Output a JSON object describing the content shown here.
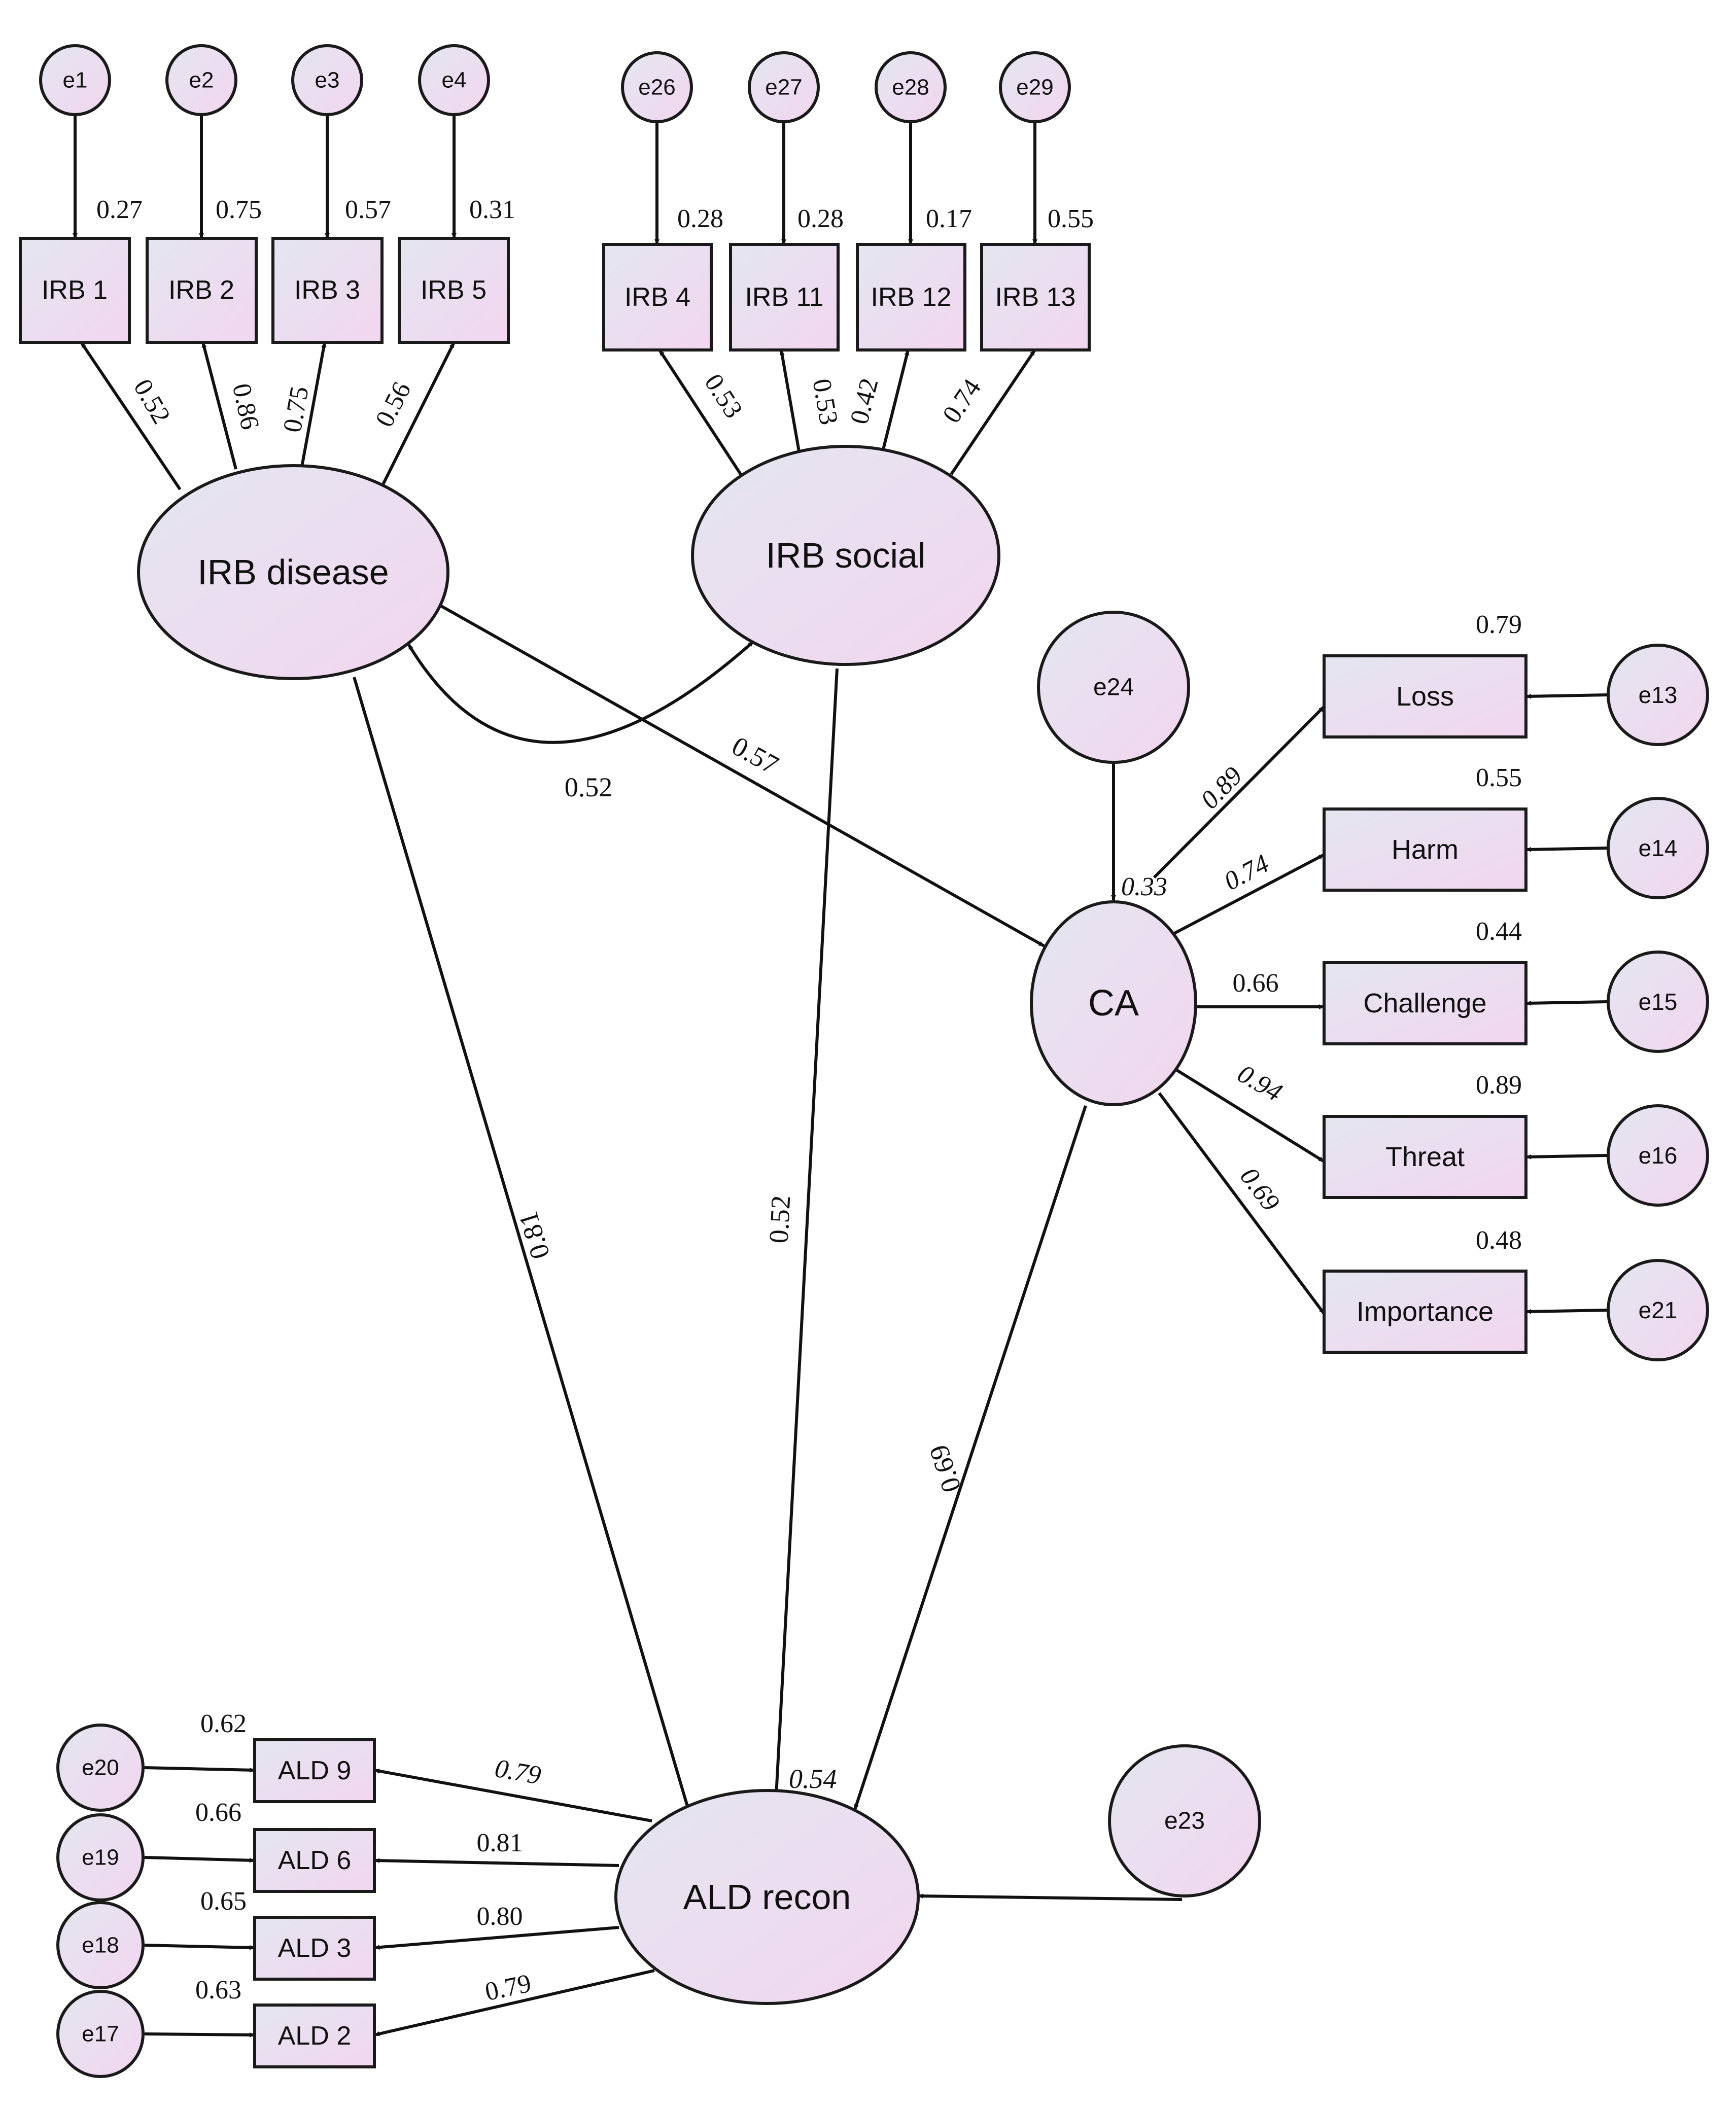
{
  "colors": {
    "node_fill_light": "#e4e6f0",
    "node_fill_pink": "#f2d6ef",
    "stroke": "#1a1a1a"
  },
  "nodes": {
    "e1": "e1",
    "e2": "e2",
    "e3": "e3",
    "e4": "e4",
    "e26": "e26",
    "e27": "e27",
    "e28": "e28",
    "e29": "e29",
    "irb1": "IRB 1",
    "irb2": "IRB 2",
    "irb3": "IRB 3",
    "irb5": "IRB 5",
    "irb4": "IRB 4",
    "irb11": "IRB 11",
    "irb12": "IRB 12",
    "irb13": "IRB 13",
    "irb_disease": "IRB disease",
    "irb_social": "IRB social",
    "e24": "e24",
    "ca": "CA",
    "loss": "Loss",
    "harm": "Harm",
    "challenge": "Challenge",
    "threat": "Threat",
    "importance": "Importance",
    "e13": "e13",
    "e14": "e14",
    "e15": "e15",
    "e16": "e16",
    "e21": "e21",
    "ald_recon": "ALD recon",
    "e23": "e23",
    "ald9": "ALD 9",
    "ald6": "ALD 6",
    "ald3": "ALD 3",
    "ald2": "ALD 2",
    "e20": "e20",
    "e19": "e19",
    "e18": "e18",
    "e17": "e17"
  },
  "coefficients": {
    "r2_irb1": "0.27",
    "r2_irb2": "0.75",
    "r2_irb3": "0.57",
    "r2_irb5": "0.31",
    "r2_irb4": "0.28",
    "r2_irb11": "0.28",
    "r2_irb12": "0.17",
    "r2_irb13": "0.55",
    "load_irb1": "0.52",
    "load_irb2": "0.86",
    "load_irb3": "0.75",
    "load_irb5": "0.56",
    "load_irb4": "0.53",
    "load_irb11": "0.53",
    "load_irb12": "0.42",
    "load_irb13": "0.74",
    "cov_disease_social": "0.52",
    "path_disease_ca": "0.57",
    "path_disease_ald": "0.81",
    "path_social_ald": "0.52",
    "path_ca_ald": "0.69",
    "r2_ca": "0.33",
    "r2_ald": "0.54",
    "load_loss": "0.89",
    "load_harm": "0.74",
    "load_challenge": "0.66",
    "load_threat": "0.94",
    "load_importance": "0.69",
    "r2_loss": "0.79",
    "r2_harm": "0.55",
    "r2_challenge": "0.44",
    "r2_threat": "0.89",
    "r2_importance": "0.48",
    "load_ald9": "0.79",
    "load_ald6": "0.81",
    "load_ald3": "0.80",
    "load_ald2": "0.79",
    "r2_ald9": "0.62",
    "r2_ald6": "0.66",
    "r2_ald3": "0.65",
    "r2_ald2": "0.63"
  }
}
